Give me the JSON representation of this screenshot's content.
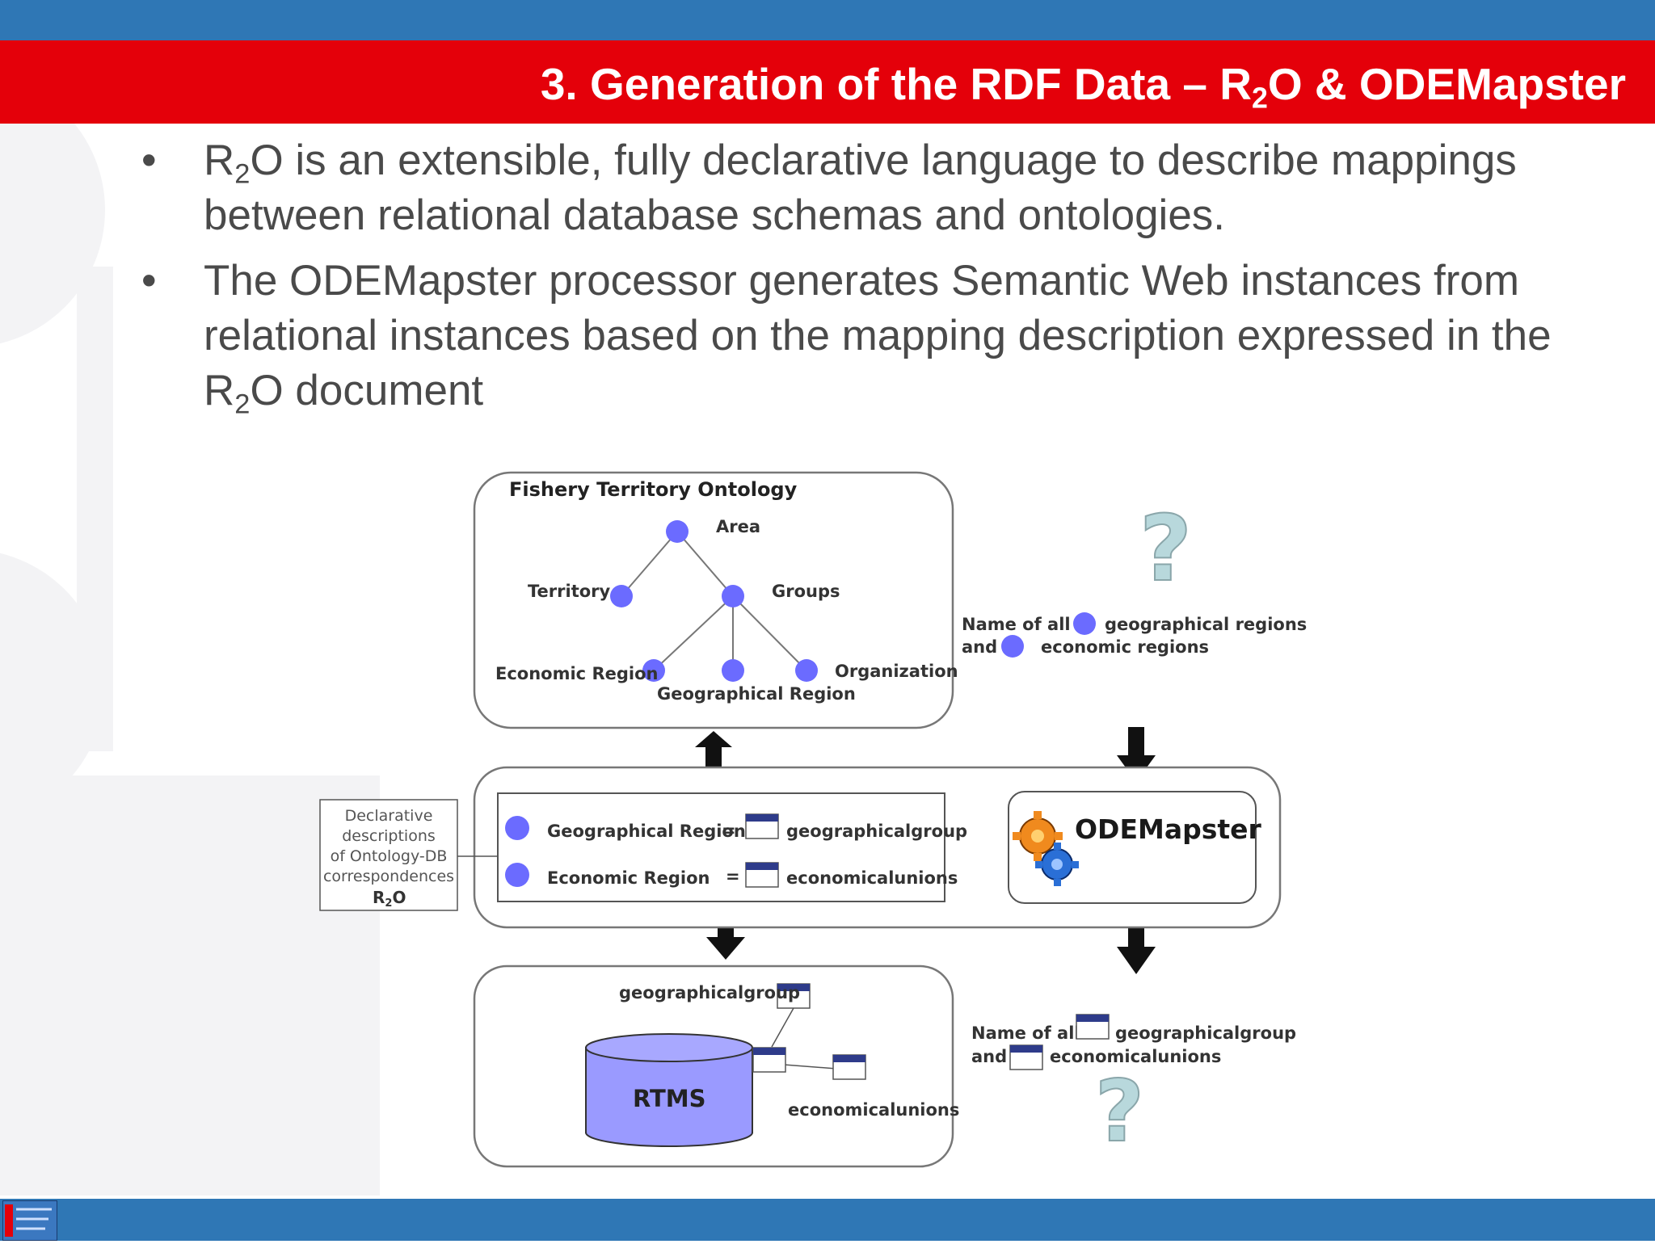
{
  "slide": {
    "title": "3. Generation of the RDF Data – R2O & ODEMapster",
    "title_parts": {
      "pre": "3. Generation of the RDF Data – R",
      "sub": "2",
      "post": "O & ODEMapster"
    },
    "bullet_symbol": "•",
    "bullets": [
      {
        "pre": "R",
        "sub": "2",
        "post": "O is an extensible, fully declarative language to describe mappings between relational database schemas and ontologies."
      },
      {
        "pre": "The ODEMapster processor generates Semantic Web instances from relational instances based on the mapping description expressed in the R",
        "sub": "2",
        "post": "O document"
      }
    ]
  },
  "diagram": {
    "ontology": {
      "title": "Fishery Territory Ontology",
      "nodes": {
        "area": "Area",
        "territory": "Territory",
        "groups": "Groups",
        "economic_region": "Economic Region",
        "geographical_region": "Geographical Region",
        "organization": "Organization"
      }
    },
    "query_top": {
      "line1_pre": "Name of all",
      "line1_post": "geographical regions",
      "line2_pre": "and",
      "line2_post": "economic regions"
    },
    "mapping": {
      "row1_left": "Geographical Region",
      "row1_right": "geographicalgroup",
      "row2_left": "Economic Region",
      "row2_right": "economicalunions",
      "equals": "="
    },
    "r2o_note": {
      "line1": "Declarative",
      "line2": "descriptions",
      "line3": "of Ontology-DB",
      "line4": "correspondences",
      "r2o_pre": "R",
      "r2o_sub": "2",
      "r2o_post": "O"
    },
    "odemapster_label": "ODEMapster",
    "database": {
      "name": "RTMS",
      "table1": "geographicalgroup",
      "table2": "economicalunions"
    },
    "query_bottom": {
      "line1_pre": "Name of all",
      "line1_post": "geographicalgroup",
      "line2_pre": "and",
      "line2_post": "economicalunions"
    },
    "question_mark": "?"
  },
  "colors": {
    "top_bar": "#2f77b5",
    "title_bar": "#e4000a",
    "node": "#6b6bff",
    "database": "#9a9aff",
    "question": "#b8d8dc"
  }
}
